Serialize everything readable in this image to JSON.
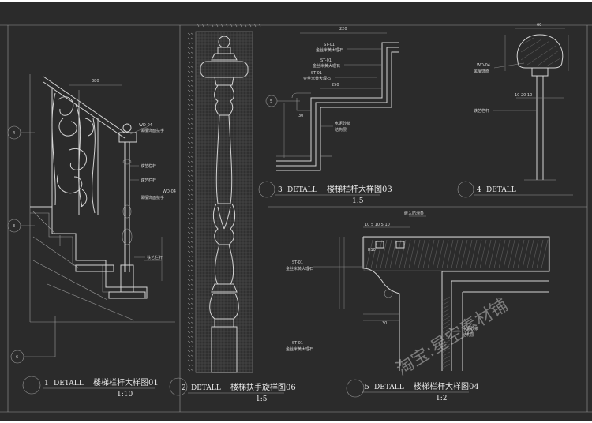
{
  "details": [
    {
      "number": "1",
      "label": "DETALL",
      "title": "楼梯栏杆大样图01",
      "scale": "1:10"
    },
    {
      "number": "2",
      "label": "DETALL",
      "title": "楼梯扶手旋样图06",
      "scale": "1:5"
    },
    {
      "number": "3",
      "label": "DETALL",
      "title": "楼梯栏杆大样图03",
      "scale": "1:5"
    },
    {
      "number": "4",
      "label": "DETALL",
      "title": "",
      "scale": ""
    },
    {
      "number": "5",
      "label": "DETALL",
      "title": "楼梯栏杆大样图04",
      "scale": "1:2"
    }
  ],
  "callouts": [
    "4",
    "3",
    "6",
    "5"
  ],
  "notes": {
    "d1_top": "380",
    "d1_handrail_code": "WD-04",
    "d1_handrail": "黑檀饰面扶手",
    "d1_iron_baluster": "铁艺栏杆",
    "d1_iron_baluster_2": "铁艺栏杆",
    "d1_wood_code": "WD-04",
    "d1_wood": "黑檀饰面扶手",
    "d1_art_baluster": "铁艺栏杆",
    "d3_dim_top": "220",
    "d3_st1": "ST-01",
    "d3_st1_desc": "金丝米黄大理石",
    "d3_st2": "ST-01",
    "d3_st2_desc": "金丝米黄大理石",
    "d3_st3": "ST-01",
    "d3_st3_desc": "金丝米黄大理石",
    "d3_dim_250": "250",
    "d3_dim_30": "30",
    "d3_layer": "水泥砂浆",
    "d3_layer2": "结构层",
    "d4_dim_60": "60",
    "d4_wd": "WD-04",
    "d4_wd_desc": "黑檀饰面",
    "d4_dims": "10 20 10",
    "d4_baluster": "铁艺栏杆",
    "d5_top_note": "嵌入防滑条",
    "d5_dims": "10 5 10 5 10",
    "d5_st": "ST-01",
    "d5_st_desc": "金丝米黄大理石",
    "d5_st2": "ST-01",
    "d5_st2_desc": "金丝米黄大理石",
    "d5_r": "R10",
    "d5_dim_30": "30",
    "d5_layer": "水泥砂浆",
    "d5_layer2": "结构层"
  },
  "watermark": "淘宝:星空素材铺"
}
